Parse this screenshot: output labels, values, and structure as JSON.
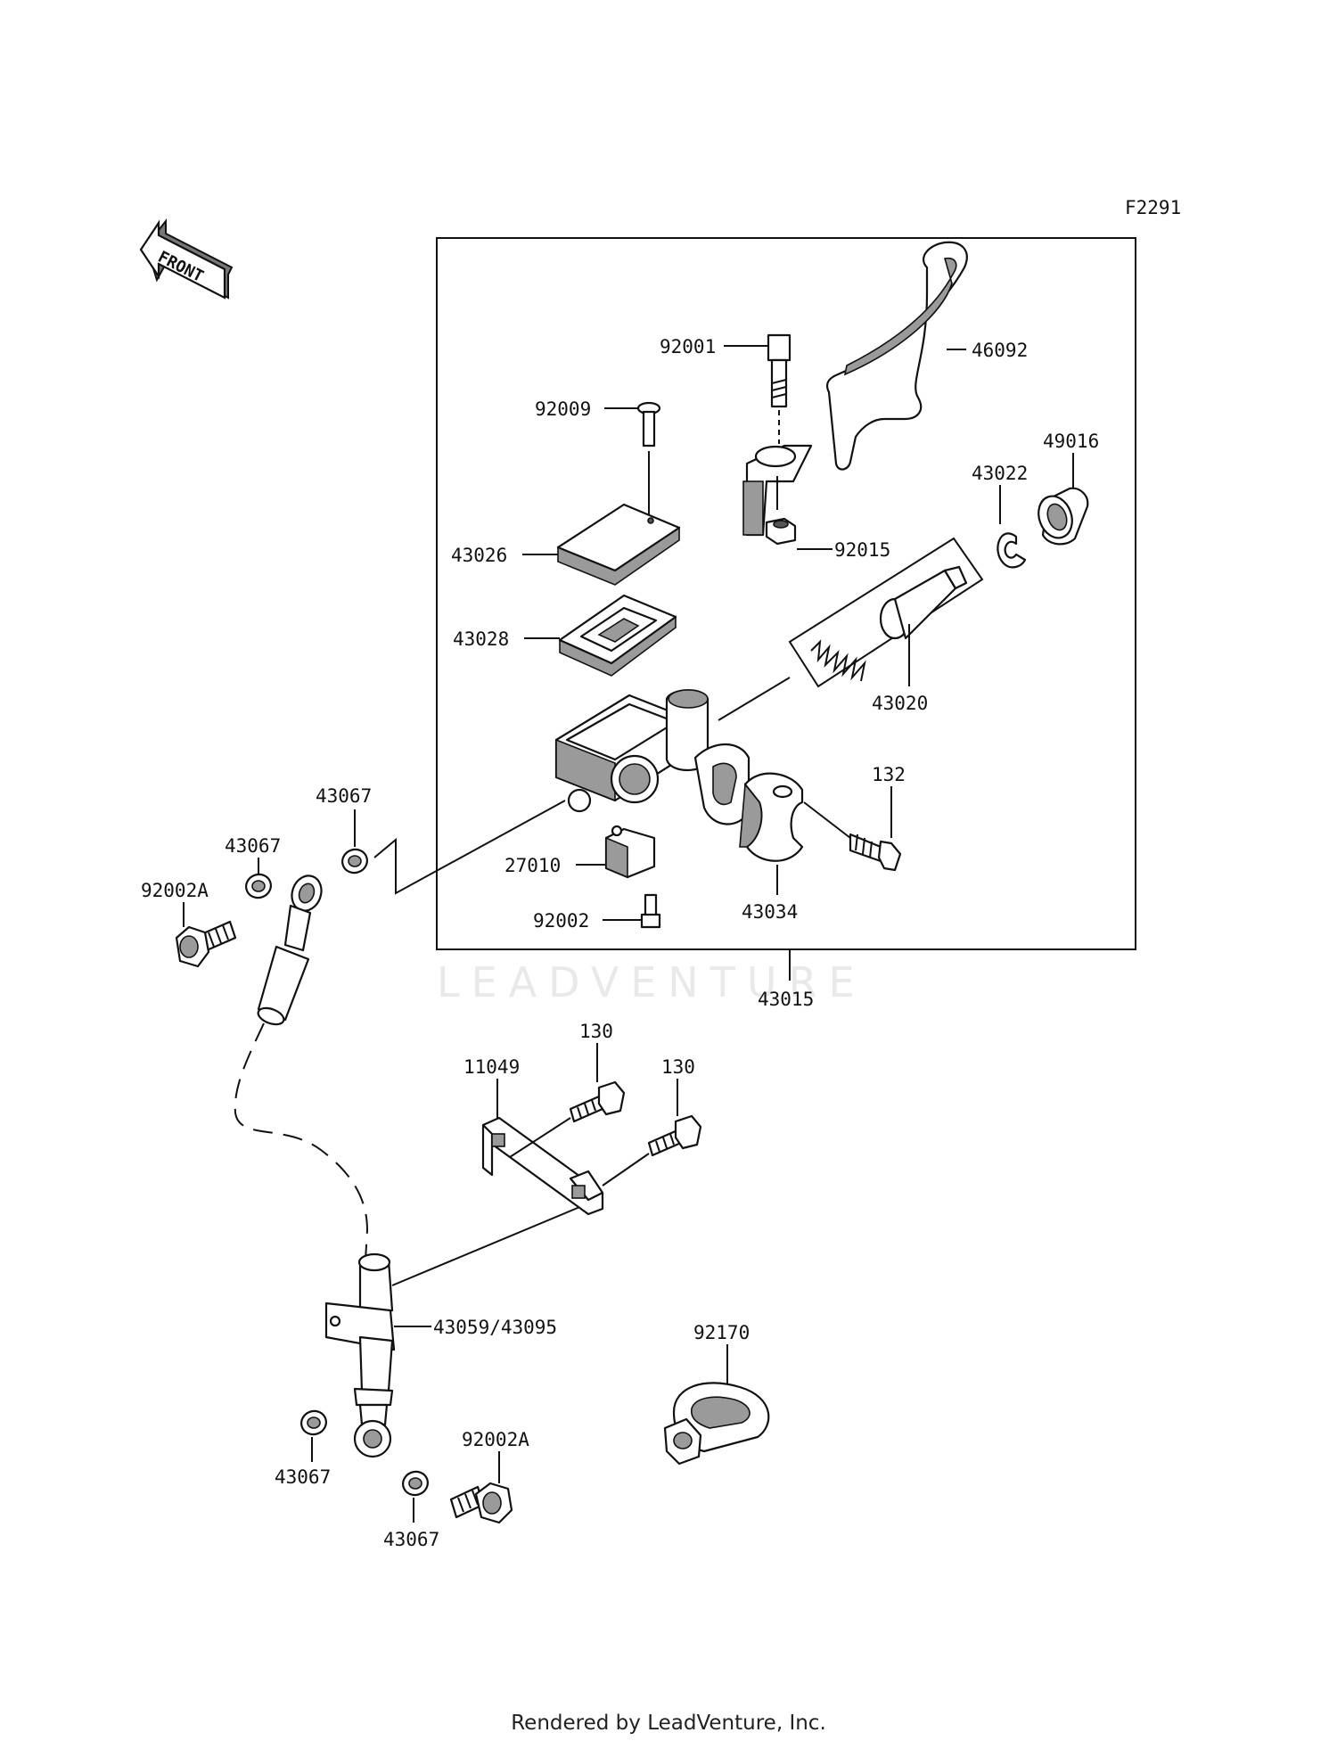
{
  "diagram_code": "F2291",
  "front_marker": "FRONT",
  "watermark": "LEADVENTURE",
  "footer": "Rendered by LeadVenture, Inc.",
  "callouts": {
    "c46092": "46092",
    "c92001": "92001",
    "c92009": "92009",
    "c49016": "49016",
    "c43022": "43022",
    "c43026": "43026",
    "c92015": "92015",
    "c43028": "43028",
    "c43020": "43020",
    "c43067_top": "43067",
    "c132": "132",
    "c43067_mid": "43067",
    "c92002A_top": "92002A",
    "c27010": "27010",
    "c92002": "92002",
    "c43034": "43034",
    "c43015": "43015",
    "c130_a": "130",
    "c11049": "11049",
    "c130_b": "130",
    "c43059": "43059/43095",
    "c92170": "92170",
    "c92002A_bot": "92002A",
    "c43067_bot_left": "43067",
    "c43067_bot_right": "43067"
  }
}
